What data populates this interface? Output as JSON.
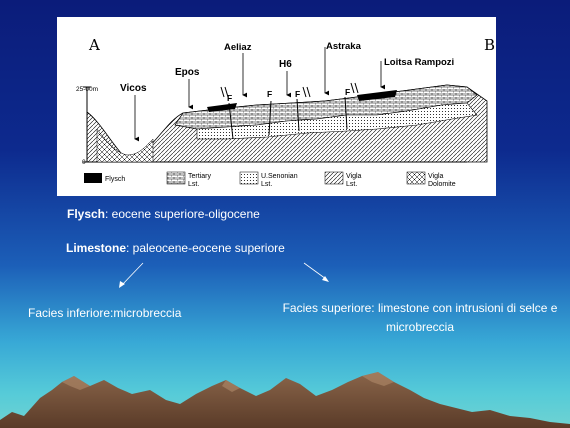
{
  "figure": {
    "corner_left": "A",
    "corner_right": "B",
    "scale_top": "25-00m",
    "scale_bottom": "0",
    "localities": {
      "vicos": "Vicos",
      "epos": "Epos",
      "aeliaz": "Aeliaz",
      "h6": "H6",
      "astraka": "Astraka",
      "loitsa": "Loitsa Rampozi"
    },
    "fault_marker": "F",
    "legend": [
      {
        "line1": "Flysch",
        "line2": ""
      },
      {
        "line1": "Tertiary",
        "line2": "Lst."
      },
      {
        "line1": "U.Senonian",
        "line2": "Lst."
      },
      {
        "line1": "Vigla",
        "line2": "Lst."
      },
      {
        "line1": "Vigla",
        "line2": "Dolomite"
      }
    ]
  },
  "flysch": {
    "term": "Flysch",
    "description": ": eocene superiore-oligocene"
  },
  "limestone": {
    "term": "Limestone",
    "description": ": paleocene-eocene superiore"
  },
  "facies_inferiore": "Facies inferiore:microbreccia",
  "facies_superiore": "Facies superiore: limestone con intrusioni di selce e microbreccia",
  "colors": {
    "background_top": "#0b1c7a",
    "background_bottom": "#6fd3d2",
    "text": "#ffffff",
    "mountains": "#6e4a33"
  }
}
